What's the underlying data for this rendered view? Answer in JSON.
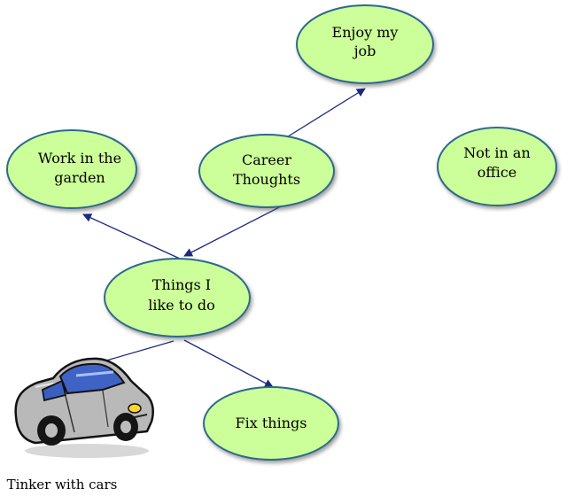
{
  "diagram": {
    "type": "concept-map",
    "node_fill": "#ccff99",
    "node_stroke": "#2e6b8c",
    "edge_color": "#1a2a80",
    "nodes": [
      {
        "id": "enjoy",
        "lines": [
          "Enjoy my",
          "job"
        ]
      },
      {
        "id": "work",
        "lines": [
          "Work in the",
          "garden"
        ]
      },
      {
        "id": "career",
        "lines": [
          "Career",
          "Thoughts"
        ]
      },
      {
        "id": "office",
        "lines": [
          "Not in an",
          "office"
        ]
      },
      {
        "id": "things",
        "lines": [
          "Things I",
          "like to do"
        ]
      },
      {
        "id": "fix",
        "lines": [
          "Fix things"
        ]
      }
    ],
    "edges": [
      {
        "from": "career",
        "to": "enjoy"
      },
      {
        "from": "career",
        "to": "things"
      },
      {
        "from": "things",
        "to": "work"
      },
      {
        "from": "things",
        "to": "fix"
      },
      {
        "from": "things",
        "to": "car"
      }
    ],
    "image_node": {
      "id": "car",
      "icon": "car-icon",
      "label": "Tinker with cars"
    }
  }
}
